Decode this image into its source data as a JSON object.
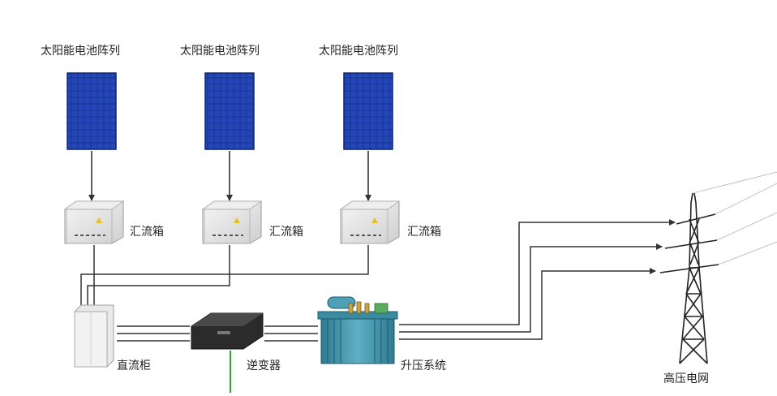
{
  "labels": {
    "array_1": "太阳能电池阵列",
    "array_2": "太阳能电池阵列",
    "array_3": "太阳能电池阵列",
    "combiner_1": "汇流箱",
    "combiner_2": "汇流箱",
    "combiner_3": "汇流箱",
    "dc_cabinet": "直流柜",
    "inverter": "逆变器",
    "step_up": "升压系统",
    "grid": "高压电网"
  },
  "colors": {
    "panel_blue": "#1c3a9e",
    "panel_grid": "#8fa6e0",
    "line": "#333333",
    "ground_wire": "#2fa82f",
    "transformer": "#3f8fa6",
    "box": "#e6e6e6"
  }
}
